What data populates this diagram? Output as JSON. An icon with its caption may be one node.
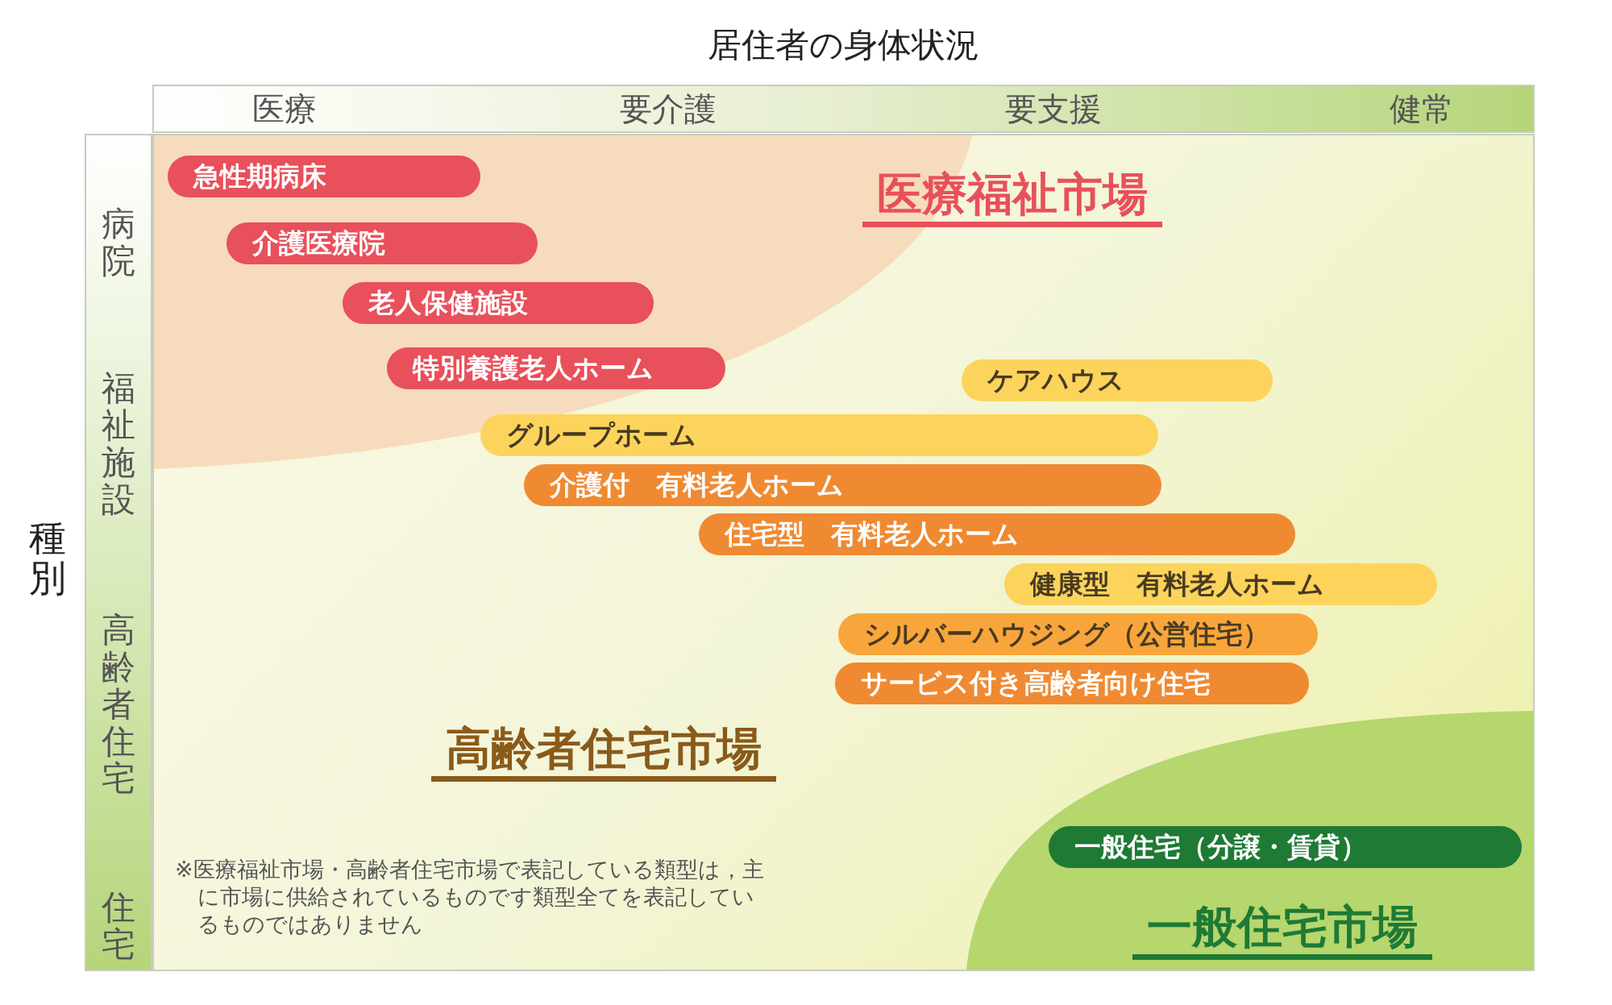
{
  "diagram": {
    "title": "居住者の身体状況",
    "nodes": [
      {
        "text": [
          "急性期病床"
        ]
      },
      {
        "text": [
          "介護医療院"
        ]
      },
      {
        "text": [
          "老人保健施設"
        ]
      },
      {
        "text": [
          "特別養護老人ホーム"
        ]
      },
      {
        "text": [
          "ケアハウス"
        ]
      },
      {
        "text": [
          "グループホーム"
        ]
      },
      {
        "text": [
          "介護付　有料老人ホーム"
        ]
      },
      {
        "text": [
          "住宅型　有料老人ホーム"
        ]
      },
      {
        "text": [
          "健康型　有料老人ホーム"
        ]
      },
      {
        "text": [
          "シルバーハウジング（公営住宅）"
        ]
      },
      {
        "text": [
          "サービス付き高齢者向け住宅"
        ]
      },
      {
        "text": [
          "一般住宅（分譲・賃貸）"
        ]
      }
    ],
    "labels": [
      "医療",
      "要介護",
      "要支援",
      "健常",
      "病院",
      "福祉施設",
      "高齢者住宅",
      "住宅",
      "種別",
      "医療福祉市場",
      "高齢者住宅市場",
      "一般住宅市場",
      "※医療福祉市場・高齢者住宅市場で表記している類型は，主に市場に供給されているものです類型全てを表記しているものではありません"
    ]
  }
}
